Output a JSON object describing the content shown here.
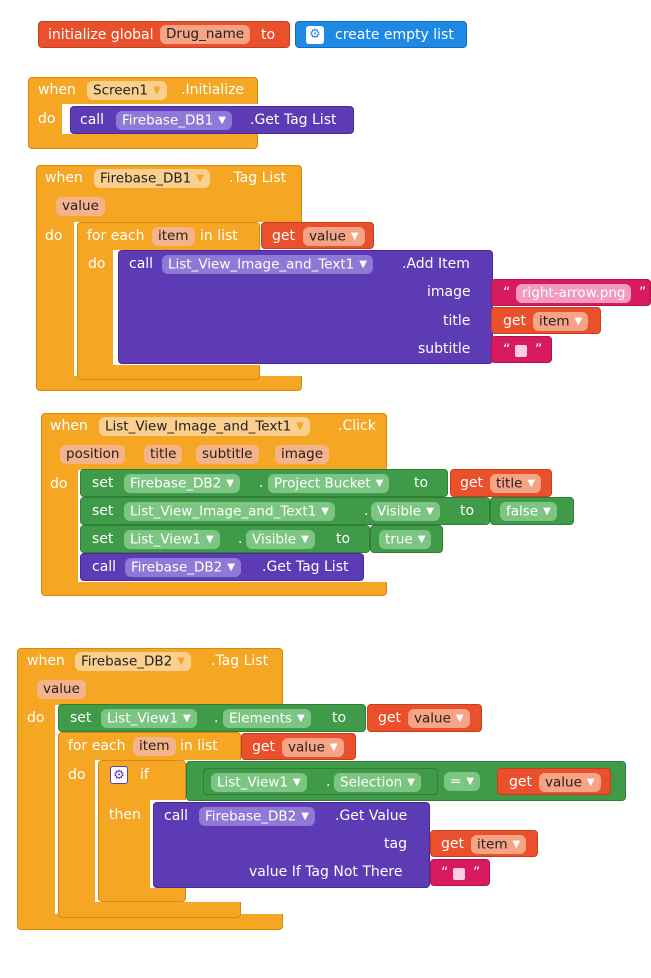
{
  "b1": {
    "initialize_global": "initialize global",
    "var_name": "Drug_name",
    "to": "to",
    "create_empty_list": "create empty list"
  },
  "b2": {
    "when": "when",
    "component": "Screen1",
    "event": ".Initialize",
    "do": "do",
    "call": "call",
    "target": "Firebase_DB1",
    "method": ".Get Tag List"
  },
  "b3": {
    "when": "when",
    "component": "Firebase_DB1",
    "event": ".Tag List",
    "param": "value",
    "do": "do",
    "for_each": "for each",
    "item": "item",
    "in_list": "in list",
    "get": "get",
    "get_var": "value",
    "inner_do": "do",
    "call": "call",
    "target": "List_View_Image_and_Text1",
    "method": ".Add Item",
    "image_label": "image",
    "image_value": "right-arrow.png",
    "title_label": "title",
    "title_get": "get",
    "title_var": "item",
    "subtitle_label": "subtitle"
  },
  "b4": {
    "when": "when",
    "component": "List_View_Image_and_Text1",
    "event": ".Click",
    "params": [
      "position",
      "title",
      "subtitle",
      "image"
    ],
    "do": "do",
    "set1_set": "set",
    "set1_comp": "Firebase_DB2",
    "set1_dot": ".",
    "set1_prop": "Project Bucket",
    "set1_to": "to",
    "set1_get": "get",
    "set1_var": "title",
    "set2_set": "set",
    "set2_comp": "List_View_Image_and_Text1",
    "set2_dot": ".",
    "set2_prop": "Visible",
    "set2_to": "to",
    "set2_value": "false",
    "set3_set": "set",
    "set3_comp": "List_View1",
    "set3_dot": ".",
    "set3_prop": "Visible",
    "set3_to": "to",
    "set3_value": "true",
    "call": "call",
    "call_target": "Firebase_DB2",
    "call_method": ".Get Tag List"
  },
  "b5": {
    "when": "when",
    "component": "Firebase_DB2",
    "event": ".Tag List",
    "param": "value",
    "do": "do",
    "set_set": "set",
    "set_comp": "List_View1",
    "set_dot": ".",
    "set_prop": "Elements",
    "set_to": "to",
    "set_get": "get",
    "set_var": "value",
    "for_each": "for each",
    "item": "item",
    "in_list": "in list",
    "fe_get": "get",
    "fe_var": "value",
    "inner_do": "do",
    "if": "if",
    "cmp_comp": "List_View1",
    "cmp_dot": ".",
    "cmp_prop": "Selection",
    "cmp_op": "=",
    "cmp_get": "get",
    "cmp_var": "value",
    "then": "then",
    "call": "call",
    "call_target": "Firebase_DB2",
    "call_method": ".Get Value",
    "tag_label": "tag",
    "tag_get": "get",
    "tag_var": "item",
    "vitnt_label": "value If Tag Not There"
  },
  "colors": {
    "event_orange": "#f5a623",
    "call_purple": "#5c3bb5",
    "set_green": "#3f9b48",
    "get_red": "#e9502b",
    "text_pink": "#d81b60",
    "list_blue": "#1e88e5"
  },
  "icons": {
    "mutator": "gear-icon",
    "dropdown": "triangle-down-icon"
  }
}
